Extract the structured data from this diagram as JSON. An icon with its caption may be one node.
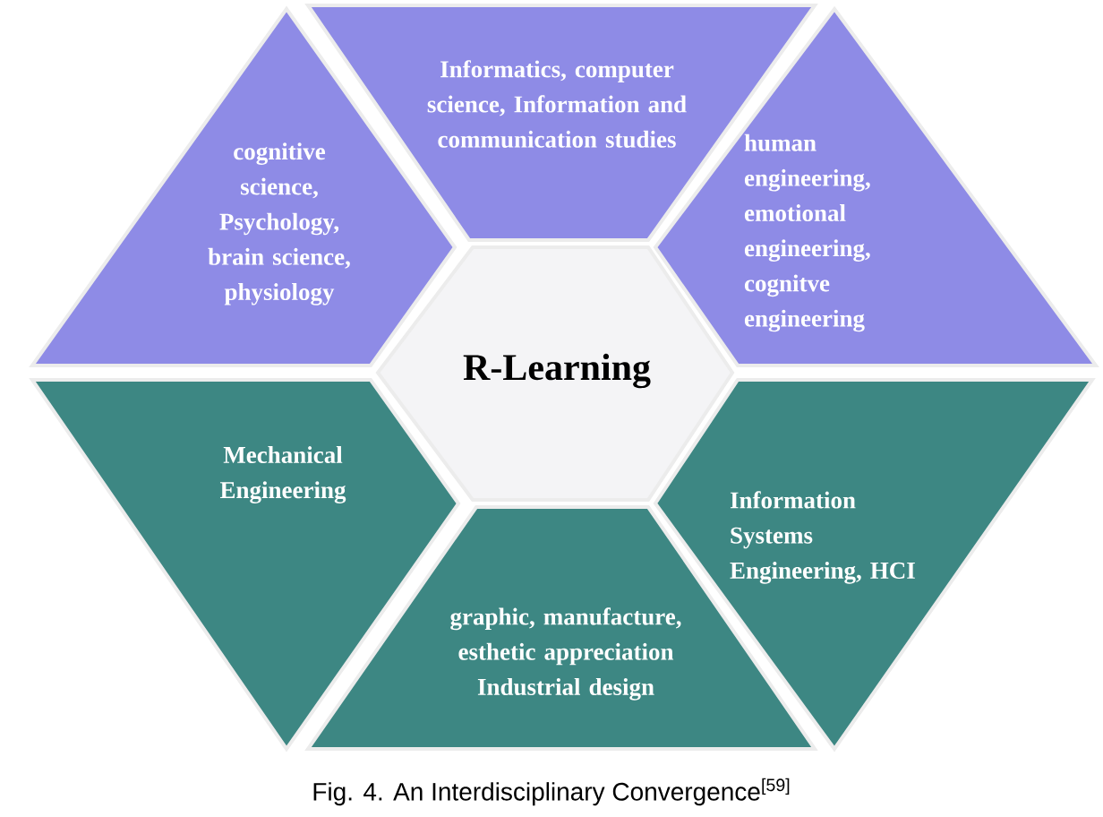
{
  "diagram": {
    "caption": "Fig. 4. An Interdisciplinary Convergence$^{[59]}$",
    "nodes": [
      {
        "text": [
          "Informatics, computer science, Information and communication studies"
        ]
      },
      {
        "text": [
          "cognitive science, Psychology, brain science, physiology"
        ]
      },
      {
        "text": [
          "human engineering, emotional engineering, cognitve engineering"
        ]
      },
      {
        "text": [
          "R-Learning"
        ]
      },
      {
        "text": [
          "Mechanical Engineering"
        ]
      },
      {
        "text": [
          "Information Systems Engineering, HCI"
        ]
      },
      {
        "text": [
          "graphic, manufacture, esthetic appreciation Industrial design"
        ]
      }
    ]
  }
}
